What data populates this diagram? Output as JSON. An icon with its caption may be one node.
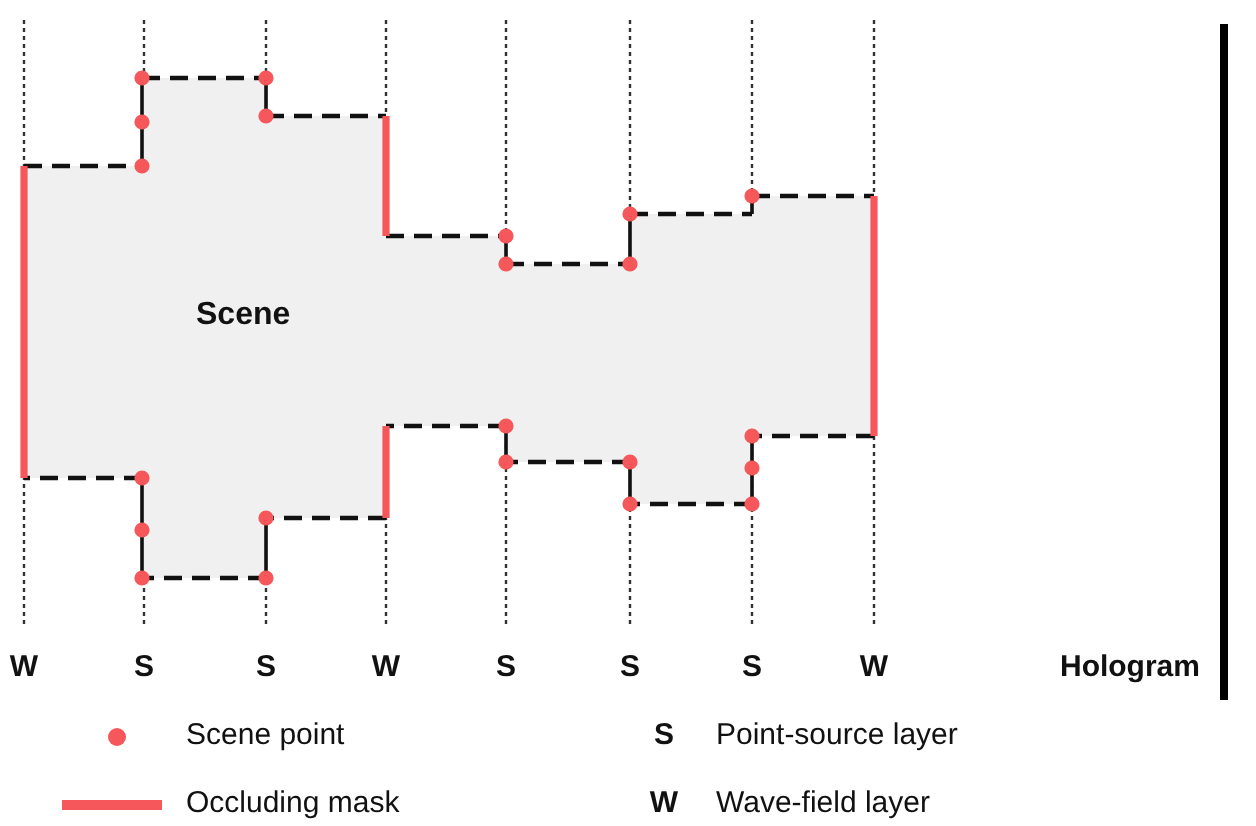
{
  "diagram": {
    "nodes": [
      {
        "text": [
          "Scene"
        ]
      }
    ],
    "labels": [
      "W",
      "S",
      "S",
      "W",
      "S",
      "S",
      "S",
      "W",
      "Hologram",
      "S",
      "W"
    ],
    "legend": [
      {
        "text": "Scene point"
      },
      {
        "text": "Point-source layer"
      },
      {
        "text": "Occluding mask"
      },
      {
        "text": "Wave-field layer"
      }
    ]
  }
}
